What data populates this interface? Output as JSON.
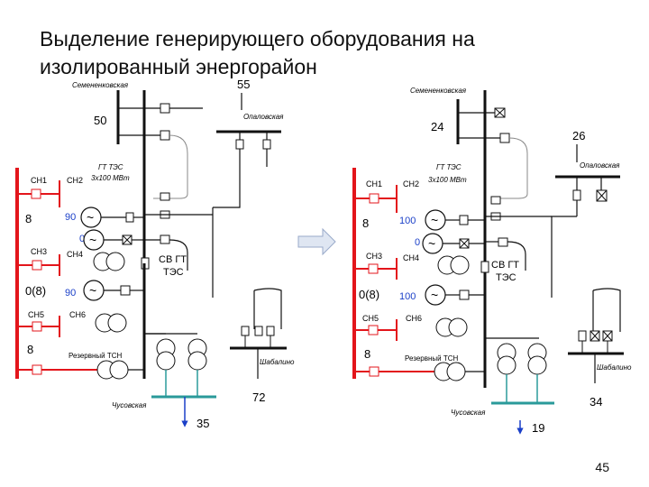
{
  "title": "Выделение генерирующего оборудования на изолированный энергорайон",
  "page_number": "45",
  "colors": {
    "red": "#e3151b",
    "teal": "#2a9a9a",
    "blue": "#1a3fc8",
    "line": "#222222",
    "gray": "#888888"
  },
  "left": {
    "bus_semenenkovskaya": "Семененковская",
    "bus_opalevskaya": "Опаловская",
    "bus_shabalino": "Шабалино",
    "bus_chusovskaya": "Чусовская",
    "plant_label": "ГТ ТЭС",
    "plant_capacity": "3х100 МВт",
    "sv_gt": "СВ ГТ",
    "tes": "ТЭС",
    "reserve_tsn": "Резервный ТСН",
    "ch1": "СН1",
    "ch2": "СН2",
    "ch3": "СН3",
    "ch4": "СН4",
    "ch5": "СН5",
    "ch6": "СН6",
    "flow_50": "50",
    "flow_55": "55",
    "flow_72": "72",
    "flow_35": "35",
    "load_8a": "8",
    "load_0_8": "0(8)",
    "load_8b": "8",
    "gen_90a": "90",
    "gen_0": "0",
    "gen_90b": "90",
    "gen_symbol": "~"
  },
  "right": {
    "bus_semenenkovskaya": "Семененковская",
    "bus_opalevskaya": "Опаловская",
    "bus_shabalino": "Шабалино",
    "bus_chusovskaya": "Чусовская",
    "plant_label": "ГТ ТЭС",
    "plant_capacity": "3х100 МВт",
    "sv_gt": "СВ ГТ",
    "tes": "ТЭС",
    "reserve_tsn": "Резервный ТСН",
    "ch1": "СН1",
    "ch2": "СН2",
    "ch3": "СН3",
    "ch4": "СН4",
    "ch5": "СН5",
    "ch6": "СН6",
    "flow_24": "24",
    "flow_26": "26",
    "flow_34": "34",
    "flow_19": "19",
    "load_8a": "8",
    "load_0_8": "0(8)",
    "load_8b": "8",
    "gen_100a": "100",
    "gen_0": "0",
    "gen_100b": "100",
    "gen_symbol": "~"
  }
}
